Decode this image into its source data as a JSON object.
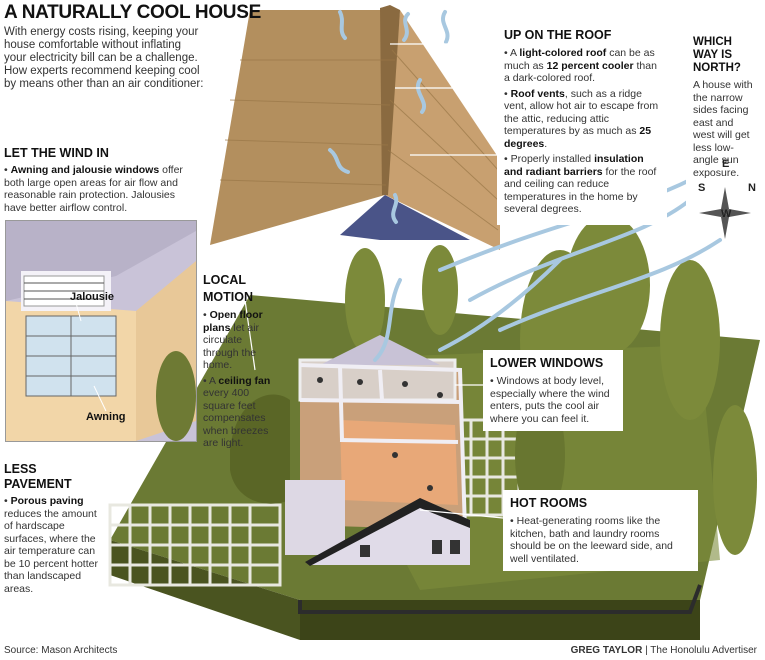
{
  "title": "A NATURALLY COOL HOUSE",
  "intro": "With energy costs rising, keeping your house comfortable without inflating your electricity bill can be a challenge. How experts recommend keeping cool by means other than an air conditioner:",
  "wind": {
    "title": "LET THE WIND IN",
    "b1_bold": "Awning and jalousie windows",
    "b1_rest": " offer both large open areas for air flow and reasonable rain protection. Jalousies have better airflow control.",
    "label_jalousie": "Jalousie",
    "label_awning": "Awning"
  },
  "roof": {
    "title": "UP ON THE ROOF",
    "b1_pre": "A ",
    "b1_bold1": "light-colored roof",
    "b1_mid": " can be as much as ",
    "b1_bold2": "12 percent cooler",
    "b1_post": " than a dark-colored roof.",
    "b2_bold1": "Roof vents",
    "b2_mid": ", such as a ridge vent, allow hot air to escape from the attic, reducing attic temperatures by as much as ",
    "b2_bold2": "25 degrees",
    "b2_post": ".",
    "b3_pre": "Properly installed ",
    "b3_bold1": "insulation and radiant barriers",
    "b3_post": " for the roof and ceiling can reduce temperatures in the home by several degrees."
  },
  "north": {
    "title": "WHICH WAY IS NORTH?",
    "text": "A house with the narrow sides facing east and west will get less low-angle sun exposure.",
    "n": "N",
    "e": "E",
    "s": "S",
    "w": "W"
  },
  "local": {
    "title": "LOCAL MOTION",
    "b1_bold": "Open floor plans",
    "b1_rest": " let air circulate through the home.",
    "b2_pre": "A ",
    "b2_bold": "ceiling fan",
    "b2_rest": " every 400 square feet compensates when breezes are light."
  },
  "lower": {
    "title": "LOWER WINDOWS",
    "text": "Windows at body level, especially where the wind enters, puts the cool air where you can feel it."
  },
  "hot": {
    "title": "HOT ROOMS",
    "text": "Heat-generating rooms like the kitchen, bath and laundry rooms should be on the leeward side, and well ventilated."
  },
  "pavement": {
    "title": "LESS PAVEMENT",
    "b1_bold": "Porous paving",
    "b1_rest": " reduces the amount of hardscape surfaces, where the air temperature can be 10 percent hotter than landscaped areas."
  },
  "footer": {
    "source": "Source: Mason Architects",
    "credit_bold": "GREG TAYLOR",
    "credit_rest": " | The Honolulu Advertiser"
  },
  "bullet": "•",
  "colors": {
    "grass": "#6b7a34",
    "roof": "#b38f5e",
    "wind": "#a8c8e0",
    "floor": "#e8a878",
    "wall": "#dcd6e6",
    "tree": "#7c8a3a"
  }
}
